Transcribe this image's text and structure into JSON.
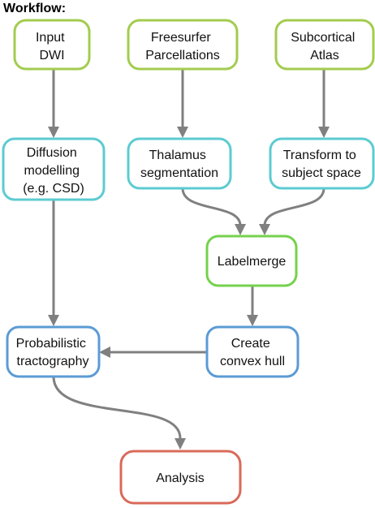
{
  "title": "Workflow:",
  "colors": {
    "green": "#a3cc4f",
    "green_bright": "#74d24c",
    "teal": "#5ccbd2",
    "blue": "#5b9bd5",
    "red": "#d96a5a",
    "arrow": "#808080"
  },
  "nodes": {
    "input_dwi": {
      "lines": [
        "Input",
        "DWI"
      ],
      "color": "green"
    },
    "freesurfer": {
      "lines": [
        "Freesurfer",
        "Parcellations"
      ],
      "color": "green"
    },
    "subcortical_atlas": {
      "lines": [
        "Subcortical",
        "Atlas"
      ],
      "color": "green"
    },
    "diffusion_modelling": {
      "lines": [
        "Diffusion",
        "modelling",
        "(e.g. CSD)"
      ],
      "color": "teal"
    },
    "thalamus_segmentation": {
      "lines": [
        "Thalamus",
        "segmentation"
      ],
      "color": "teal"
    },
    "transform_subject": {
      "lines": [
        "Transform to",
        "subject space"
      ],
      "color": "teal"
    },
    "labelmerge": {
      "lines": [
        "Labelmerge"
      ],
      "color": "green_bright"
    },
    "probabilistic_tractography": {
      "lines": [
        "Probabilistic",
        "tractography"
      ],
      "color": "blue"
    },
    "create_convex_hull": {
      "lines": [
        "Create",
        "convex hull"
      ],
      "color": "blue"
    },
    "analysis": {
      "lines": [
        "Analysis"
      ],
      "color": "red"
    }
  }
}
